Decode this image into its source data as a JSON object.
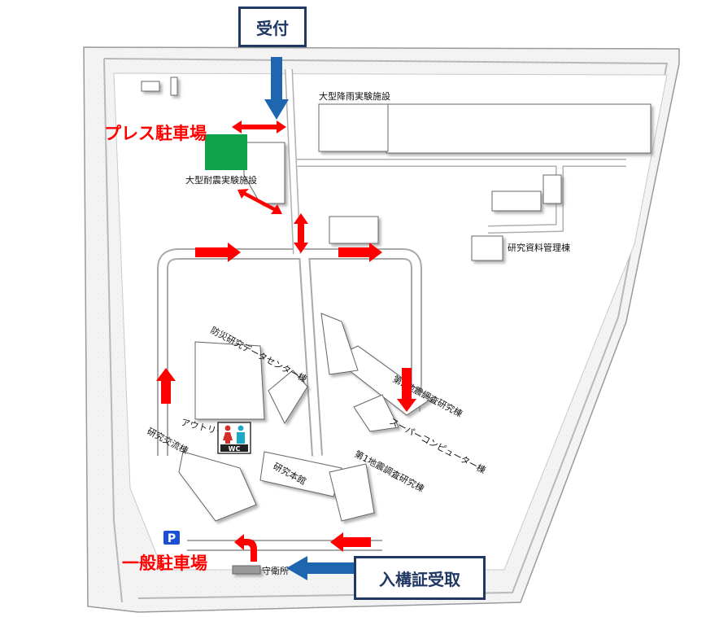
{
  "labels": {
    "reception": "受付",
    "permit_pickup": "入構証受取",
    "press_parking": "プレス駐車場",
    "general_parking": "一般駐車場",
    "rain_facility": "大型降雨実験施設",
    "shake_facility": "大型耐震実験施設",
    "archive_bldg": "研究資料管理棟",
    "data_center": "防災研究データセンター棟",
    "quake_lab_2": "第2地震調査研究棟",
    "supercomputer": "スーパーコンピューター棟",
    "quake_lab_1": "第1地震調査研究棟",
    "main_bldg": "研究本館",
    "exchange_bldg": "研究交流棟",
    "outreach": "アウトリーチ",
    "guard_house": "守衛所",
    "parking_sign": "P",
    "wc_sign": "WC"
  },
  "colors": {
    "route_red": "#ff0000",
    "entry_blue": "#1f66b0",
    "label_navy": "#1f3864",
    "press_green": "#11a14a",
    "parking_blue": "#1a4fd6",
    "wc_male": "#d42b2b",
    "wc_female": "#1aa8c8"
  },
  "icons": {
    "parking": "parking-sign-icon",
    "restroom": "restroom-wc-icon"
  }
}
